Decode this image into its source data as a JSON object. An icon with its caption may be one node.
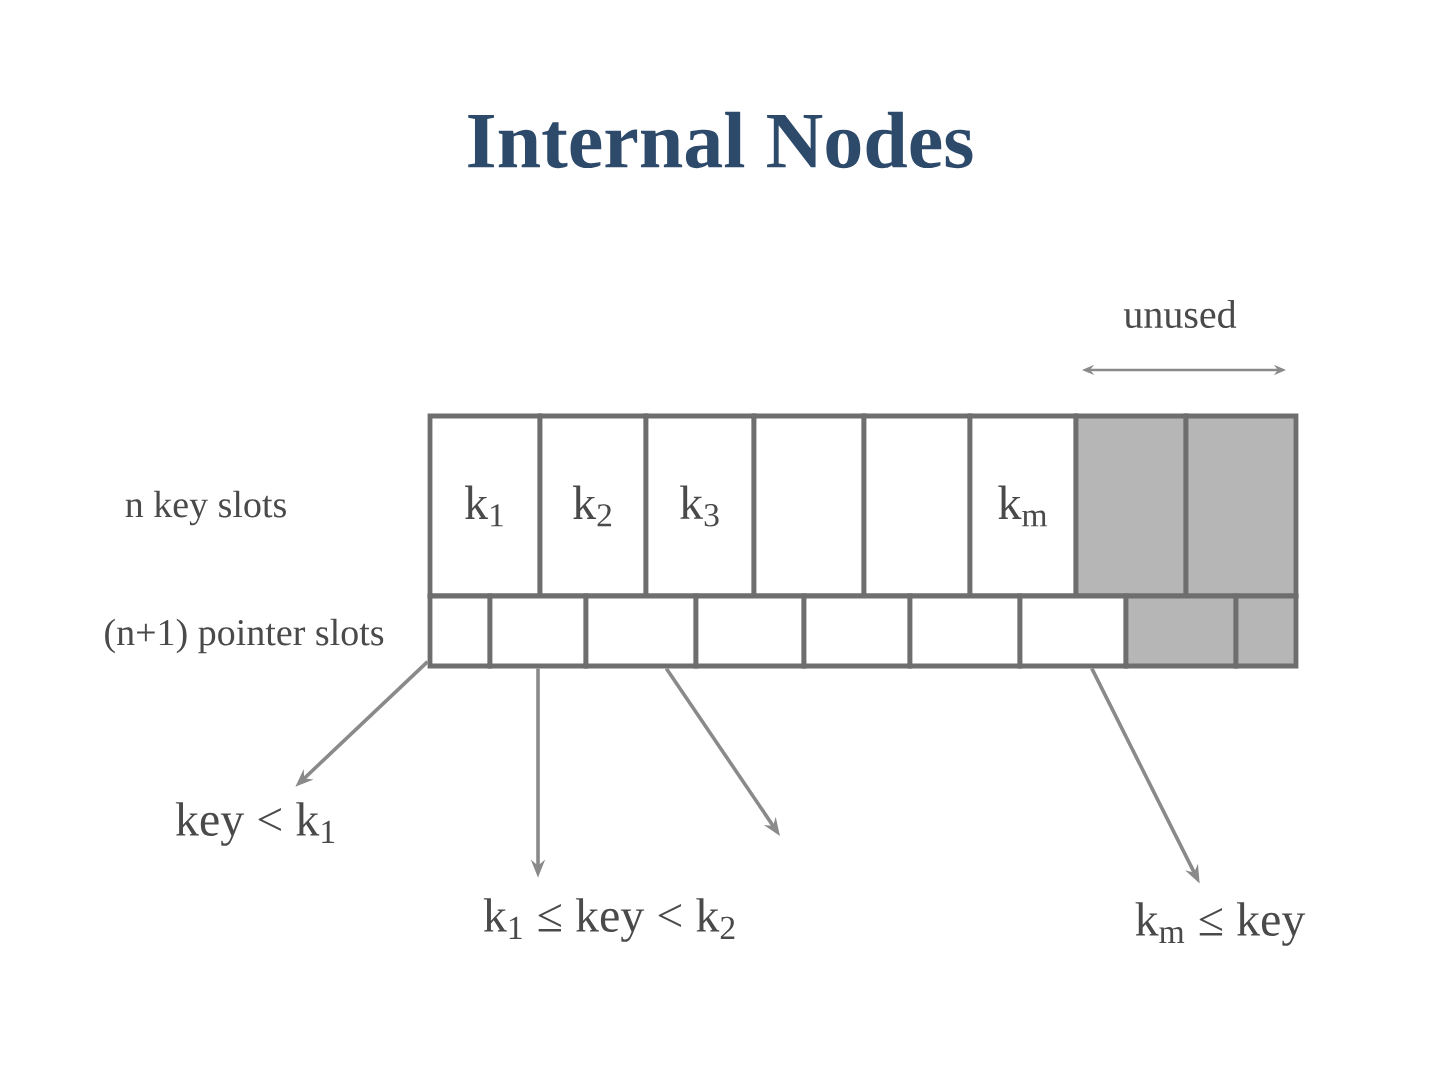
{
  "diagram": {
    "title": "Internal Nodes",
    "nodes": [
      {
        "text": [
          "k$_{1}$"
        ]
      },
      {
        "text": [
          "k$_{2}$"
        ]
      },
      {
        "text": [
          "k$_{3}$"
        ]
      },
      {
        "text": [],
        "shape": "box"
      },
      {
        "text": [],
        "shape": "box"
      },
      {
        "text": [
          "k$_{m}$"
        ]
      },
      {
        "text": [],
        "shape": "box"
      },
      {
        "text": [],
        "shape": "box"
      },
      {
        "text": [],
        "shape": "box"
      },
      {
        "text": [],
        "shape": "box"
      },
      {
        "text": [],
        "shape": "box"
      },
      {
        "text": [],
        "shape": "box"
      },
      {
        "text": [],
        "shape": "box"
      },
      {
        "text": [],
        "shape": "box"
      },
      {
        "text": [],
        "shape": "box"
      },
      {
        "text": [],
        "shape": "box"
      },
      {
        "text": [],
        "shape": "box"
      },
      {
        "text": [
          "key < k$_{1}$"
        ]
      },
      {
        "text": [
          "k$_{1}$ ≤ key < k$_{2}$"
        ]
      },
      {
        "text": [
          "k$_{m}$ ≤ key"
        ]
      }
    ],
    "edges": [
      {
        "from": 8,
        "to": 17,
        "arrow": "to"
      },
      {
        "from": 9,
        "to": 18,
        "arrow": "to"
      },
      {
        "from": 10,
        "to": null,
        "arrow": "to"
      },
      {
        "from": 14,
        "to": 19,
        "arrow": "to"
      }
    ],
    "labels": [
      "unused",
      "n key slots",
      "(n+1) pointer slots"
    ]
  }
}
